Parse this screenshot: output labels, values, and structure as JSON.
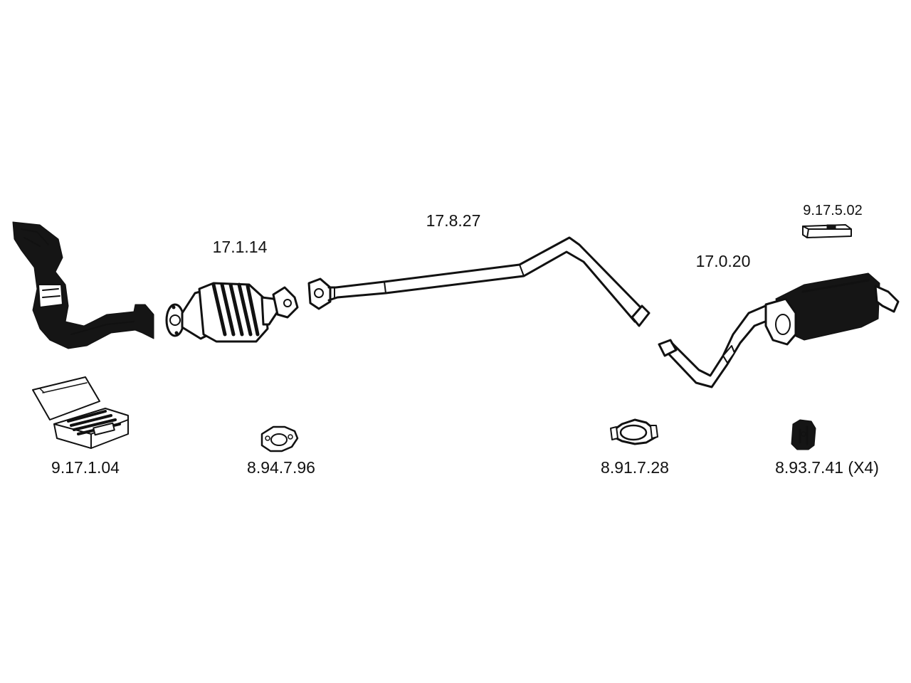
{
  "labels": {
    "catalytic_converter": "17.1.14",
    "middle_pipe": "17.8.27",
    "rear_silencer": "17.0.20",
    "rubber_strip": "9.17.5.02",
    "fitting_kit": "9.17.1.04",
    "gasket": "8.94.7.96",
    "clamp": "8.91.7.28",
    "rubber_mount": "8.93.7.41 (X4)"
  },
  "colors": {
    "ink": "#111111",
    "background": "#ffffff"
  }
}
